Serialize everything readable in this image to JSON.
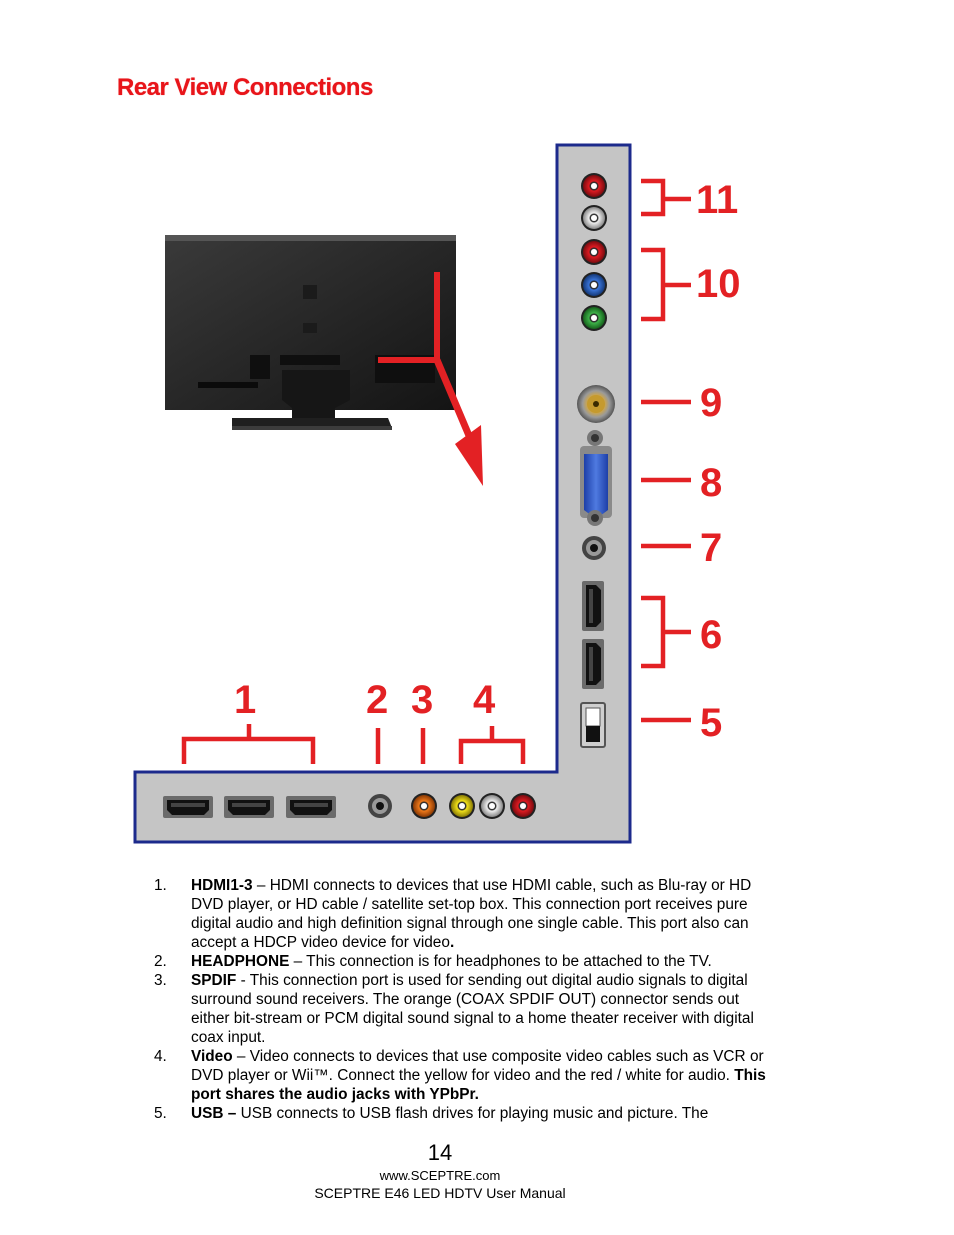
{
  "heading": "Rear View Connections",
  "colors": {
    "heading": "#e8151a",
    "callout": "#e32124",
    "panel_fill": "#c5c5c5",
    "panel_border": "#1c2a8c"
  },
  "callouts": {
    "n1": "1",
    "n2": "2",
    "n3": "3",
    "n4": "4",
    "n5": "5",
    "n6": "6",
    "n7": "7",
    "n8": "8",
    "n9": "9",
    "n10": "10",
    "n11": "11"
  },
  "items": [
    {
      "num": "1.",
      "term": "HDMI1-3",
      "text": " – HDMI connects to devices that use HDMI cable, such as Blu-ray or HD DVD player, or HD cable / satellite set-top box.  This connection port receives pure digital audio and high definition signal through one single cable.  This port also can accept a HDCP video device for video",
      "tail": "."
    },
    {
      "num": "2.",
      "term": "HEADPHONE",
      "text": " – This connection is for headphones to be attached to the TV.",
      "tail": ""
    },
    {
      "num": "3.",
      "term": "SPDIF",
      "text": " - This connection port is used for sending out digital audio signals to digital surround sound receivers.  The orange (COAX SPDIF OUT) connector sends out either bit-stream or PCM digital sound signal to a home theater receiver with digital coax input.",
      "tail": ""
    },
    {
      "num": "4.",
      "term": "Video",
      "text": " – Video connects to devices that use composite video cables such as VCR or DVD player or Wii™.  Connect the yellow for video and the red / white for audio.  ",
      "tail": "This port shares the audio jacks with YPbPr."
    },
    {
      "num": "5.",
      "term": "USB –",
      "text": " USB connects to USB flash drives for playing music and picture.  The",
      "tail": ""
    }
  ],
  "footer": {
    "page_number": "14",
    "website": "www.SCEPTRE.com",
    "manual": "SCEPTRE E46 LED HDTV User Manual"
  }
}
